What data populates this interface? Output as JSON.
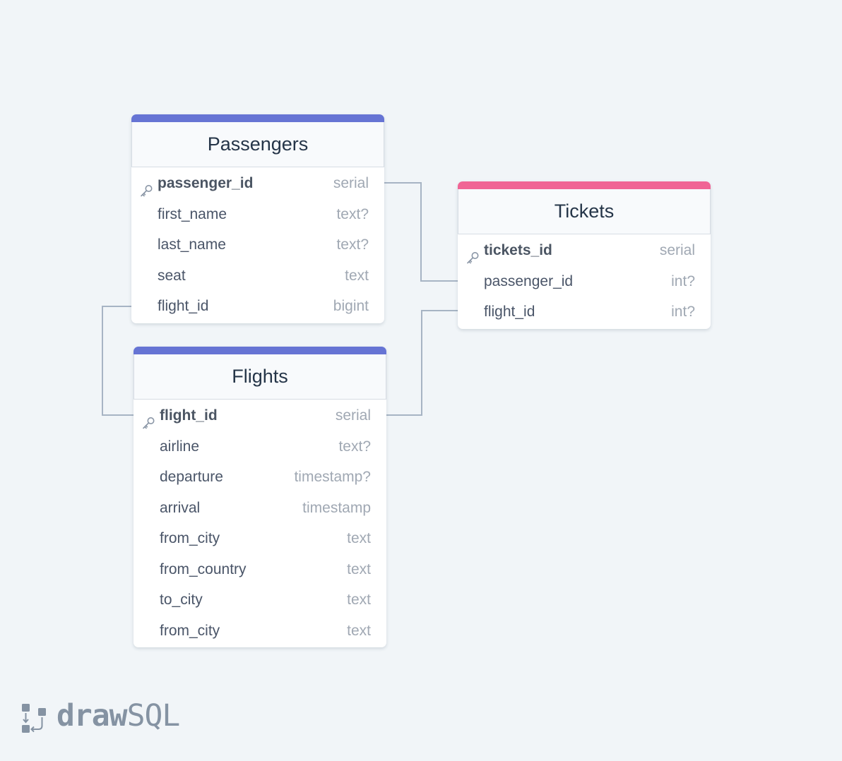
{
  "colors": {
    "background": "#f1f5f8",
    "passengers_accent": "#6674d4",
    "flights_accent": "#6674d4",
    "tickets_accent": "#f06595",
    "link_line": "#a7b4c4"
  },
  "tables": {
    "passengers": {
      "title": "Passengers",
      "columns": [
        {
          "name": "passenger_id",
          "type": "serial",
          "primary_key": true,
          "icon": "key-icon"
        },
        {
          "name": "first_name",
          "type": "text?"
        },
        {
          "name": "last_name",
          "type": "text?"
        },
        {
          "name": "seat",
          "type": "text"
        },
        {
          "name": "flight_id",
          "type": "bigint"
        }
      ]
    },
    "tickets": {
      "title": "Tickets",
      "columns": [
        {
          "name": "tickets_id",
          "type": "serial",
          "primary_key": true,
          "icon": "key-icon"
        },
        {
          "name": "passenger_id",
          "type": "int?"
        },
        {
          "name": "flight_id",
          "type": "int?"
        }
      ]
    },
    "flights": {
      "title": "Flights",
      "columns": [
        {
          "name": "flight_id",
          "type": "serial",
          "primary_key": true,
          "icon": "key-icon"
        },
        {
          "name": "airline",
          "type": "text?"
        },
        {
          "name": "departure",
          "type": "timestamp?"
        },
        {
          "name": "arrival",
          "type": "timestamp"
        },
        {
          "name": "from_city",
          "type": "text"
        },
        {
          "name": "from_country",
          "type": "text"
        },
        {
          "name": "to_city",
          "type": "text"
        },
        {
          "name": "from_city",
          "type": "text"
        }
      ]
    }
  },
  "relationships": [
    {
      "from": "passengers.passenger_id",
      "to": "tickets.passenger_id"
    },
    {
      "from": "flights.flight_id",
      "to": "tickets.flight_id"
    },
    {
      "from": "passengers.flight_id",
      "to": "flights.flight_id"
    }
  ],
  "brand": {
    "part1": "draw",
    "part2": "SQL",
    "icon": "drawsql-logo-icon"
  }
}
